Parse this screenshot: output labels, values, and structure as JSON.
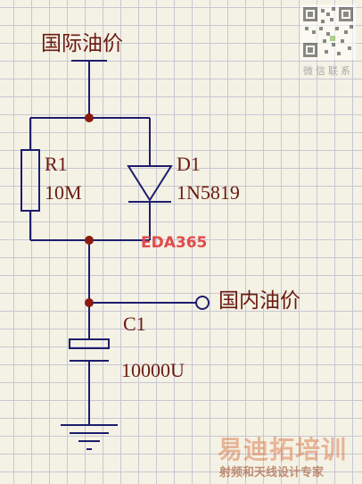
{
  "net_labels": {
    "input": "国际油价",
    "output": "国内油价"
  },
  "components": {
    "r1": {
      "ref": "R1",
      "value": "10M"
    },
    "d1": {
      "ref": "D1",
      "value": "1N5819"
    },
    "c1": {
      "ref": "C1",
      "value": "10000U"
    }
  },
  "watermarks": {
    "center": "EDA365",
    "qr_caption": "微信联系",
    "brand": "易迪拓培训",
    "brand_sub": "射频和天线设计专家"
  },
  "colors": {
    "wire": "#1d1d6e",
    "junction": "#8b1a10",
    "label": "#6b1a10",
    "eda_watermark": "#e24a4a",
    "brand_watermark": "#d86a3a"
  }
}
